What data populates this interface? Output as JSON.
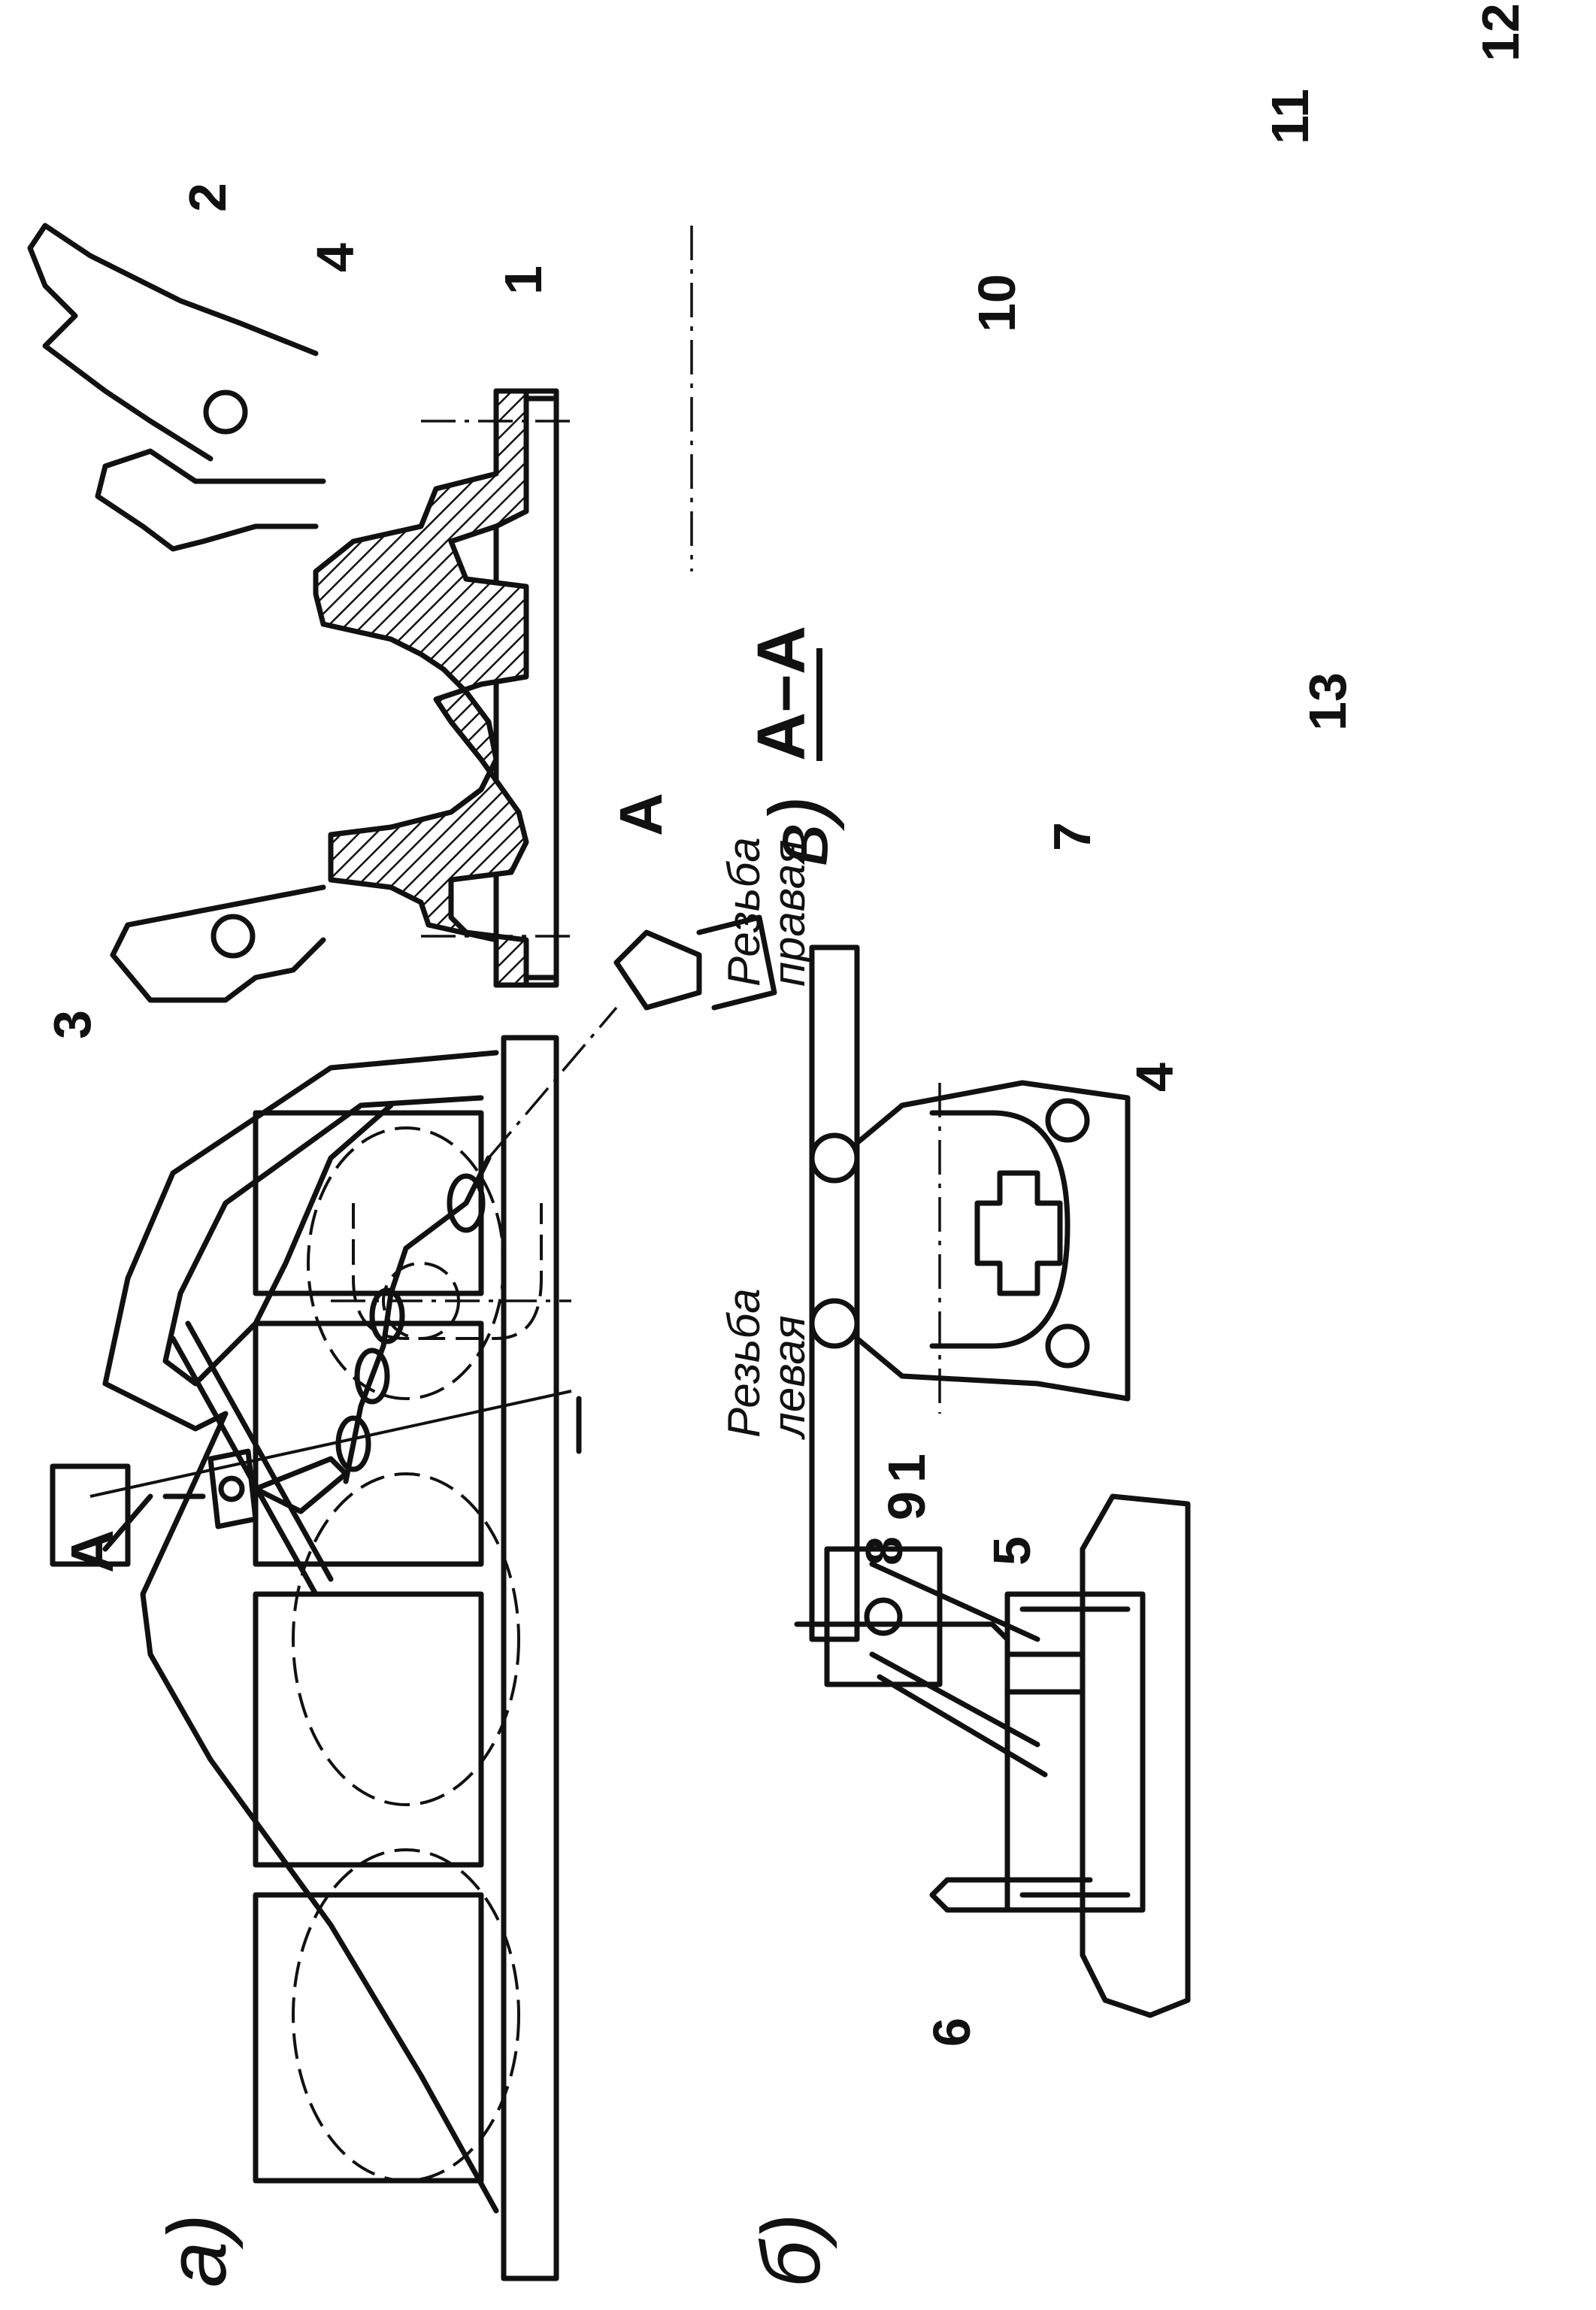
{
  "panel_labels": {
    "a": "а)",
    "b": "б)",
    "v": "в)"
  },
  "section": {
    "title": "А–А",
    "mark": "А"
  },
  "thread": {
    "right_line1": "Резьба",
    "right_line2": "правая",
    "left_line1": "Резьба",
    "left_line2": "левая"
  },
  "callouts": {
    "c1": "1",
    "c2": "2",
    "c3": "3",
    "c4": "4",
    "c5": "5",
    "c6": "6",
    "c7": "7",
    "c8": "8",
    "c9": "9",
    "c10": "10",
    "c11": "11",
    "c12": "12",
    "c13": "13"
  },
  "colors": {
    "ink": "#111111",
    "paper": "#ffffff"
  }
}
